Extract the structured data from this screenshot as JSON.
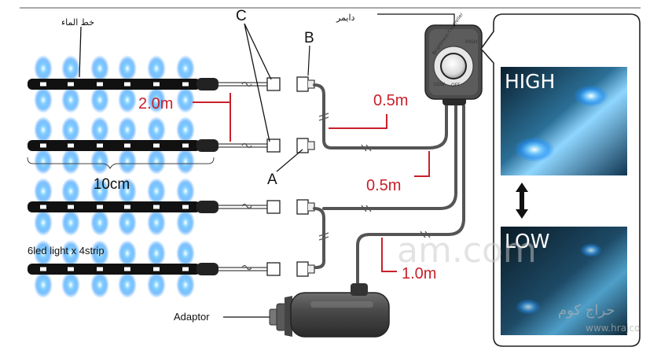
{
  "labels": {
    "water_line_ar": "خط الماء",
    "dimmer_ar": "دايمر",
    "c": "C",
    "b": "B",
    "a": "A",
    "len_2m": "2.0m",
    "len_05m_top": "0.5m",
    "len_05m_bottom": "0.5m",
    "len_1m": "1.0m",
    "width_10cm": "10cm",
    "strip_note": "6led light x 4strip",
    "adaptor": "Adaptor"
  },
  "controller": {
    "high_text": "HIGH",
    "low_text": "LOW",
    "off_text": "OFF",
    "brand_text": "Brightness Controller"
  },
  "photos": {
    "high_label": "HIGH",
    "low_label": "LOW"
  },
  "watermark": {
    "main": "am.com",
    "arabic": "حراج كوم",
    "url": "www.hrajco"
  },
  "colors": {
    "red": "#c8202a",
    "led_blue": "#3aa8ff",
    "strip": "#111111",
    "photo_bg": "#0c2a3c"
  }
}
